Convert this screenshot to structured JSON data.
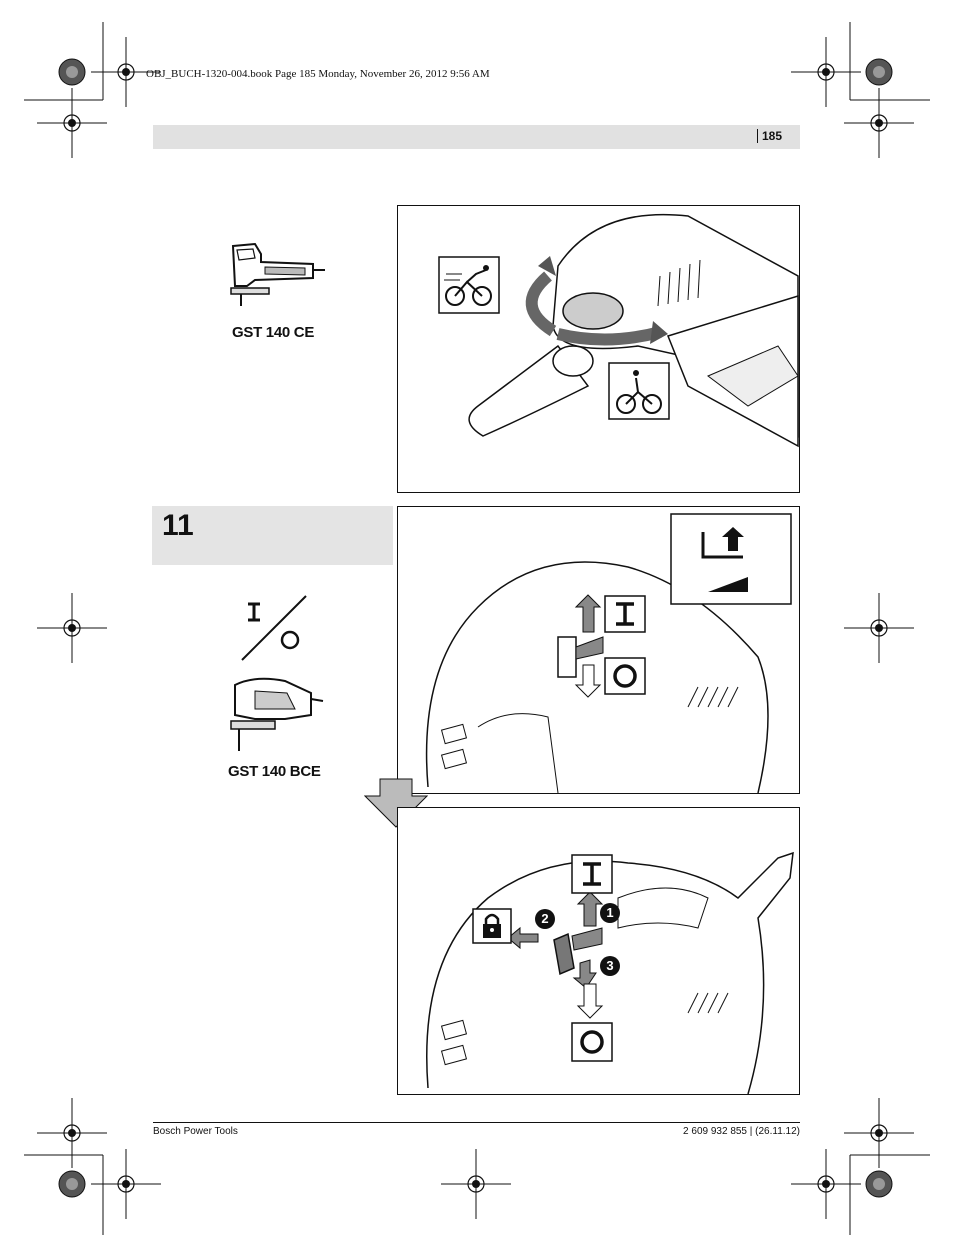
{
  "header": {
    "file_line": "OBJ_BUCH-1320-004.book  Page 185  Monday, November 26, 2012  9:56 AM",
    "page_number": "185"
  },
  "models": {
    "top": "GST 140 CE",
    "bottom": "GST 140 BCE"
  },
  "section": {
    "number": "11"
  },
  "figure_labels": {
    "step1": "1",
    "step2": "2",
    "step3": "3"
  },
  "footer": {
    "left": "Bosch Power Tools",
    "right": "2 609 932 855 | (26.11.12)"
  },
  "icons": [
    "registration-mark-icon",
    "fast-cyclist-icon",
    "slow-cyclist-icon",
    "lock-icon",
    "on-switch-icon",
    "off-switch-icon",
    "down-arrow-icon"
  ]
}
